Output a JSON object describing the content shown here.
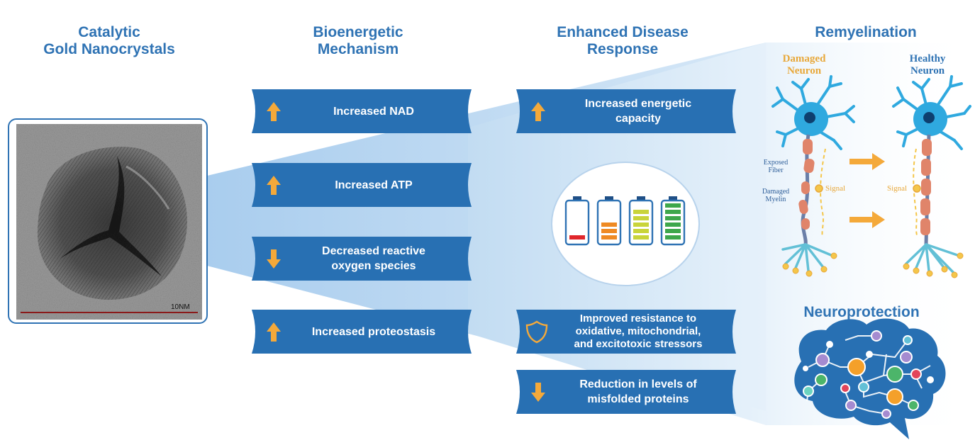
{
  "columns": [
    {
      "title": "Catalytic\nGold Nanocrystals"
    },
    {
      "title": "Bioenergetic\nMechanism"
    },
    {
      "title": "Enhanced Disease\nResponse"
    },
    {
      "title": "Remyelination"
    }
  ],
  "tem_image": {
    "scale_label": "10NM"
  },
  "mechanism_items": [
    {
      "label": "Increased NAD",
      "icon": "up-arrow-icon"
    },
    {
      "label": "Increased ATP",
      "icon": "up-arrow-icon"
    },
    {
      "label": "Decreased reactive\noxygen species",
      "icon": "down-arrow-icon"
    },
    {
      "label": "Increased proteostasis",
      "icon": "up-arrow-icon"
    }
  ],
  "response_items": [
    {
      "label": "Increased energetic\ncapacity",
      "icon": "up-arrow-icon"
    },
    {
      "label": "Improved resistance to\noxidative, mitochondrial,\nand excitotoxic stressors",
      "icon": "shield-icon"
    },
    {
      "label": "Reduction in levels of\nmisfolded proteins",
      "icon": "down-arrow-icon"
    }
  ],
  "battery_levels": [
    {
      "fill_fraction": 0.2,
      "color": "#e0262b"
    },
    {
      "fill_fraction": 0.5,
      "color": "#ef8a23"
    },
    {
      "fill_fraction": 0.75,
      "color": "#c9d43a"
    },
    {
      "fill_fraction": 1.0,
      "color": "#3ea74b"
    }
  ],
  "remyelination": {
    "damaged_label": "Damaged\nNeuron",
    "healthy_label": "Healthy\nNeuron",
    "exposed_fiber_label": "Exposed\nFiber",
    "damaged_myelin_label": "Damaged\nMyelin",
    "signal_label": "Signal"
  },
  "neuroprotection": {
    "title": "Neuroprotection"
  },
  "colors": {
    "primary_blue": "#2870b3",
    "title_blue": "#2f73b4",
    "arrow_orange": "#f4a93a",
    "damaged_label": "#e8a83a",
    "healthy_label": "#2f73b4",
    "funnel_blue": "#b9d8f0"
  }
}
